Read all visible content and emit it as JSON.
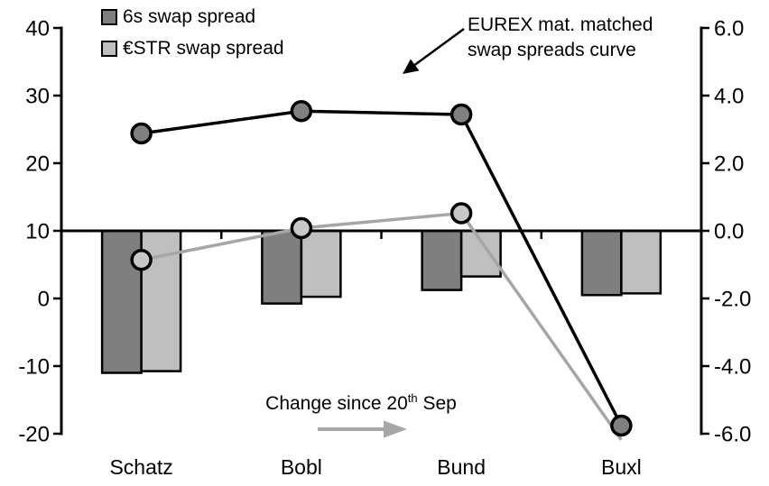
{
  "chart_data": {
    "type": "combo-bar-line",
    "categories": [
      "Schatz",
      "Bobl",
      "Bund",
      "Buxl"
    ],
    "left_axis": {
      "min": -20,
      "max": 40,
      "tick_step": 10,
      "tick_labels": [
        "40",
        "30",
        "20",
        "10",
        "0",
        "-10",
        "-20"
      ]
    },
    "right_axis": {
      "min": -6,
      "max": 6,
      "tick_step": 2,
      "tick_labels": [
        "6.0",
        "4.0",
        "2.0",
        "0.0",
        "-2.0",
        "-4.0",
        "-6.0"
      ]
    },
    "grid": "off",
    "bar_baseline_value": 0.0,
    "bar_series": [
      {
        "name": "6s swap spread change since 20th Sep",
        "axis": "right",
        "fill": "#7f7f7f",
        "stroke": "#000000",
        "values": [
          -4.2,
          -2.15,
          -1.75,
          -1.9
        ]
      },
      {
        "name": "€STR swap spread change since 20th Sep",
        "axis": "right",
        "fill": "#bfbfbf",
        "stroke": "#000000",
        "values": [
          -4.15,
          -1.95,
          -1.35,
          -1.85
        ]
      }
    ],
    "line_series": [
      {
        "name": "€STR mat. matched swap spreads curve",
        "axis": "left",
        "stroke": "#a6a6a6",
        "marker_fill": "#c8c8c8",
        "marker_stroke": "#000000",
        "values": [
          5.7,
          10.4,
          12.6,
          -20.9
        ]
      },
      {
        "name": "6s mat. matched swap spreads curve",
        "axis": "left",
        "stroke": "#000000",
        "marker_fill": "#808080",
        "marker_stroke": "#000000",
        "values": [
          24.4,
          27.7,
          27.2,
          -18.8
        ]
      }
    ]
  },
  "legend": {
    "items": [
      {
        "label": "6s swap spread",
        "color": "#7f7f7f"
      },
      {
        "label": "€STR swap spread",
        "color": "#bfbfbf"
      }
    ]
  },
  "annotations": {
    "curve_label": {
      "line1": "EUREX mat. matched",
      "line2": "swap spreads curve",
      "arrow_color": "#000000"
    },
    "change_label": {
      "prefix": "Change since 20",
      "sup": "th",
      "suffix": " Sep",
      "arrow_color": "#a6a6a6"
    }
  },
  "colors": {
    "background": "#ffffff",
    "axis": "#000000"
  }
}
